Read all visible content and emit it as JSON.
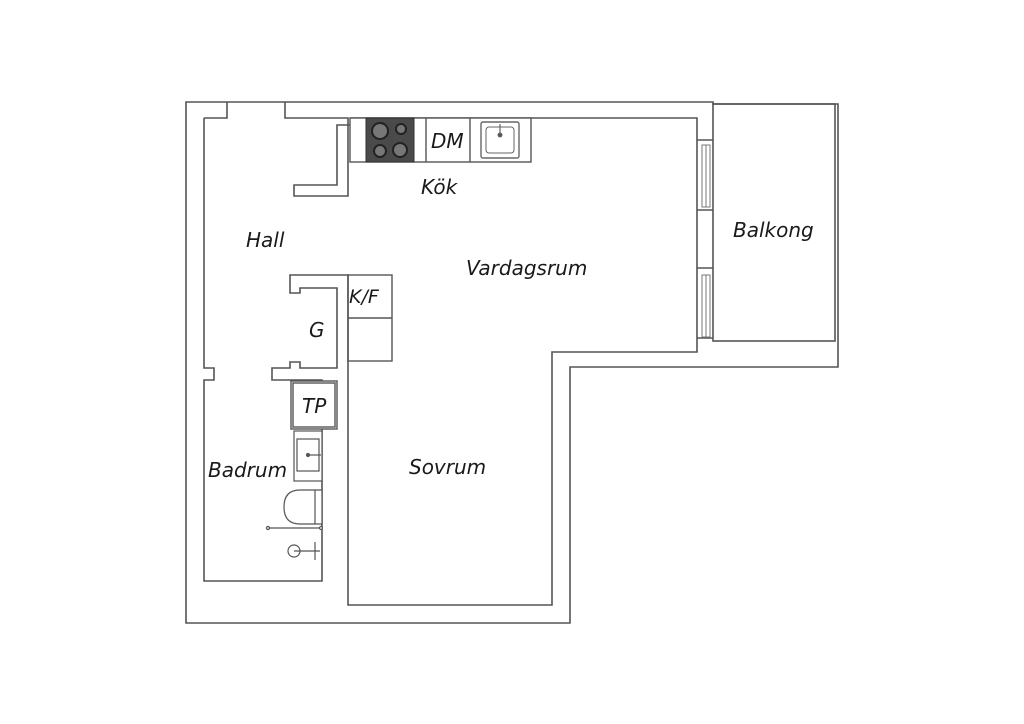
{
  "floorplan": {
    "rooms": {
      "hall": "Hall",
      "kitchen": "Kök",
      "living_room": "Vardagsrum",
      "balcony": "Balkong",
      "bedroom": "Sovrum",
      "bathroom": "Badrum",
      "wardrobe": "G",
      "fridge_freezer": "K/F",
      "dishwasher": "DM",
      "washing_machine": "TP"
    },
    "colors": {
      "wall": "#555555",
      "stove": "#4a4a4a",
      "background": "#ffffff"
    }
  }
}
